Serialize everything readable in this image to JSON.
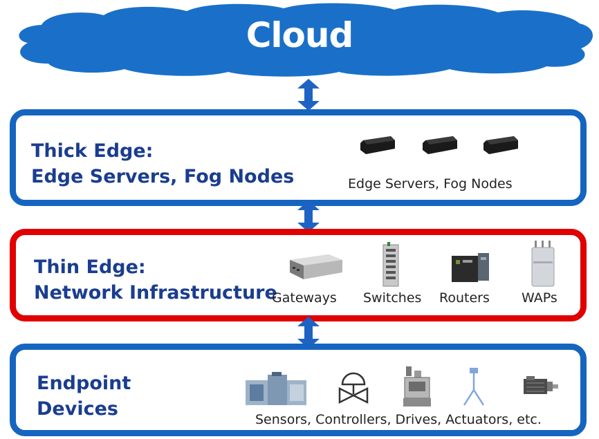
{
  "cloud": {
    "label": "Cloud",
    "color": "#1a70c8"
  },
  "thick_edge": {
    "title_line1": "Thick Edge:",
    "title_line2": "Edge Servers, Fog Nodes",
    "caption": "Edge  Servers, Fog  Nodes",
    "border_color": "#1565c0"
  },
  "thin_edge": {
    "title_line1": "Thin Edge:",
    "title_line2": "Network Infrastructure",
    "device_labels": [
      "Gateways",
      "Switches",
      "Routers",
      "WAPs"
    ],
    "border_color": "#e00000"
  },
  "endpoint": {
    "title_line1": "Endpoint",
    "title_line2": "Devices",
    "caption": "Sensors, Controllers, Drives, Actuators,  etc.",
    "border_color": "#1565c0"
  },
  "text_color": "#1a3d8f"
}
